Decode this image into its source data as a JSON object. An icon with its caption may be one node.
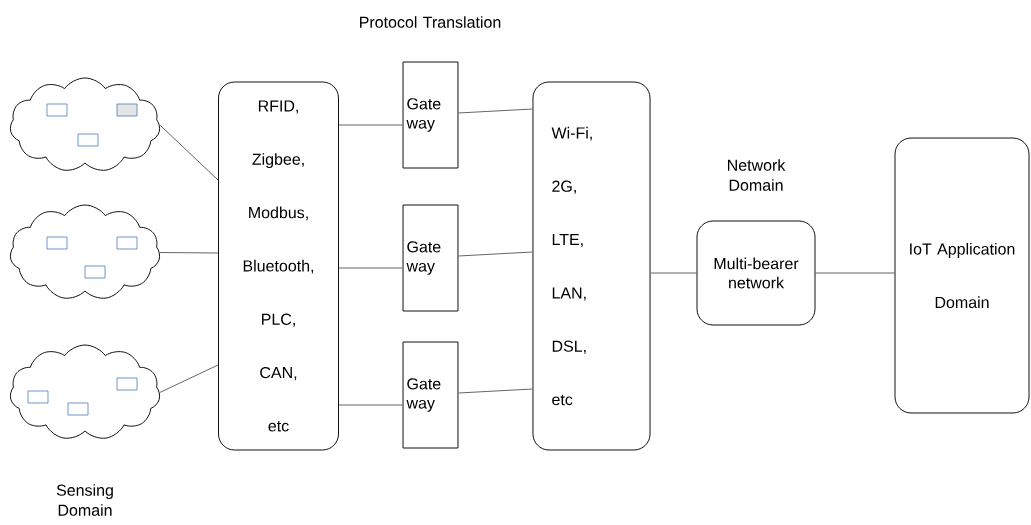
{
  "diagram": {
    "nodes": [
      {
        "text": [],
        "shape": "cloud"
      },
      {
        "text": [],
        "shape": "cloud"
      },
      {
        "text": [],
        "shape": "cloud"
      },
      {
        "text": [
          "RFID,",
          "Zigbee,",
          "Modbus,",
          "Bluetooth,",
          "PLC,",
          "CAN,",
          "etc"
        ]
      },
      {
        "text": [
          "Gate way"
        ]
      },
      {
        "text": [
          "Gate way"
        ]
      },
      {
        "text": [
          "Gate way"
        ]
      },
      {
        "text": [
          "Wi-Fi,",
          "2G,",
          "LTE,",
          "LAN,",
          "DSL,",
          "etc"
        ]
      },
      {
        "text": [
          "Multi-bearer network"
        ]
      },
      {
        "text": [
          "IoT Application Domain"
        ]
      }
    ],
    "edges": [
      {
        "from": 0,
        "to": 3,
        "arrow": "none"
      },
      {
        "from": 1,
        "to": 3,
        "arrow": "none"
      },
      {
        "from": 2,
        "to": 3,
        "arrow": "none"
      },
      {
        "from": 3,
        "to": 4,
        "arrow": "none"
      },
      {
        "from": 3,
        "to": 5,
        "arrow": "none"
      },
      {
        "from": 3,
        "to": 6,
        "arrow": "none"
      },
      {
        "from": 4,
        "to": 7,
        "arrow": "none"
      },
      {
        "from": 5,
        "to": 7,
        "arrow": "none"
      },
      {
        "from": 6,
        "to": 7,
        "arrow": "none"
      },
      {
        "from": 7,
        "to": 8,
        "arrow": "none"
      },
      {
        "from": 8,
        "to": 9,
        "arrow": "none"
      }
    ],
    "labels": [
      "Protocol Translation",
      "Network Domain",
      "Sensing Domain"
    ]
  }
}
